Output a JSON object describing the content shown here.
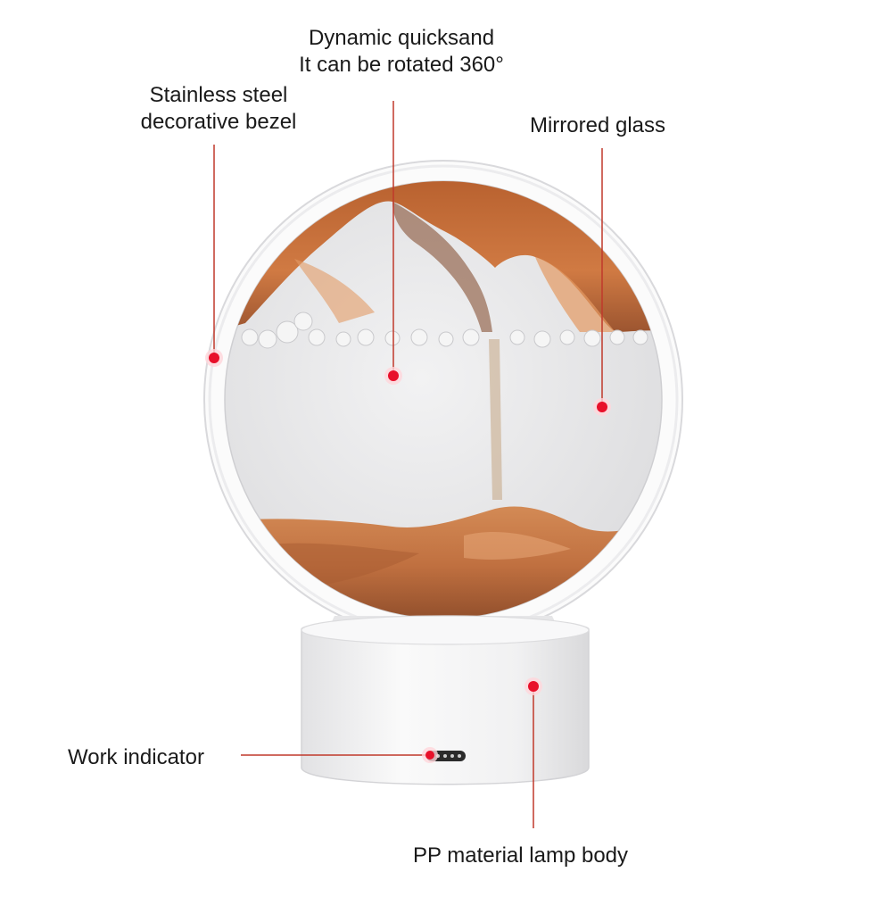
{
  "colors": {
    "callout_line": "#c0392b",
    "callout_dot": "#e8102a",
    "sand_dark": "#8a4a26",
    "sand_mid": "#c9733f",
    "sand_light": "#dd9663",
    "glass": "#e9e9ea",
    "ring": "#f6f6f6",
    "base": "#f2f2f2"
  },
  "labels": {
    "quicksand": [
      "Dynamic quicksand",
      "It can be rotated 360°"
    ],
    "bezel": [
      "Stainless steel",
      "decorative bezel"
    ],
    "mirror": "Mirrored glass",
    "indicator": "Work indicator",
    "lamp_body": "PP material lamp body"
  }
}
